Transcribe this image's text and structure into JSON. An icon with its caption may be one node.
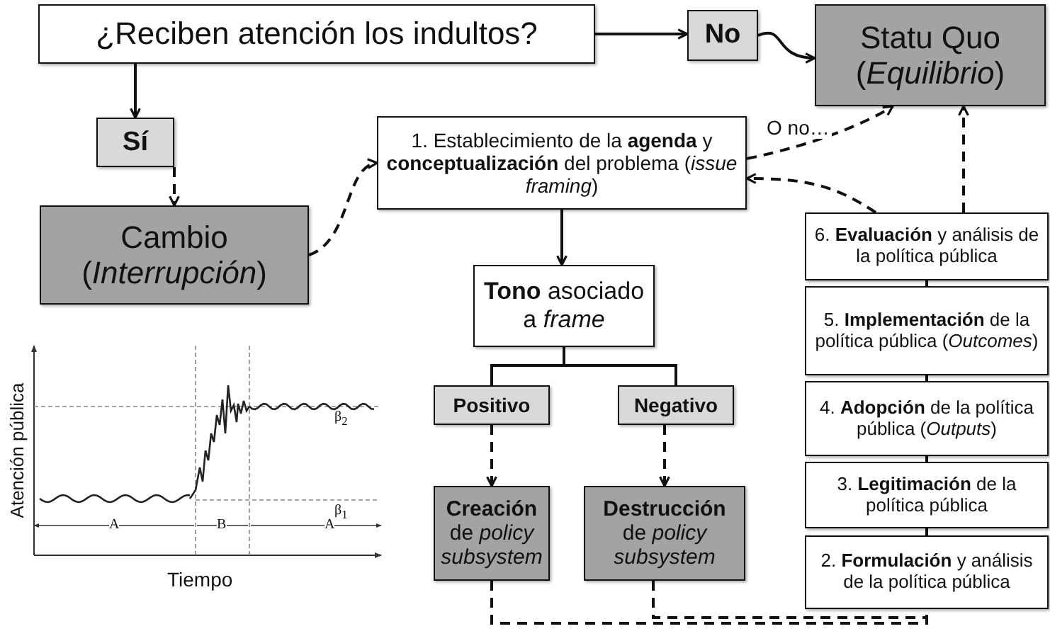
{
  "diagram": {
    "nodes": [
      {
        "text": [
          "¿Reciben atención los indultos?"
        ]
      },
      {
        "text": [
          "No"
        ]
      },
      {
        "text": [
          "Statu Quo (*Equilibrio*)"
        ]
      },
      {
        "text": [
          "Sí"
        ]
      },
      {
        "text": [
          "Cambio (*Interrupción*)"
        ]
      },
      {
        "text": [
          "1. Establecimiento de la **agenda** y **conceptualización** del problema (*issue framing*)"
        ]
      },
      {
        "text": [
          "**Tono** asociado a *frame*"
        ]
      },
      {
        "text": [
          "Positivo"
        ]
      },
      {
        "text": [
          "Negativo"
        ]
      },
      {
        "text": [
          "**Creación** de *policy subsystem*"
        ]
      },
      {
        "text": [
          "**Destrucción** de *policy subsystem*"
        ]
      },
      {
        "text": [
          "6. **Evaluación** y análisis de la política pública"
        ]
      },
      {
        "text": [
          "5. **Implementación** de la política pública (*Outcomes*)"
        ]
      },
      {
        "text": [
          "4. **Adopción** de la política pública (*Outputs*)"
        ]
      },
      {
        "text": [
          "3. **Legitimación** de la política pública"
        ]
      },
      {
        "text": [
          "2. **Formulación** y análisis de la política pública"
        ]
      }
    ],
    "edges": [
      {
        "from": 0,
        "to": 1,
        "arrow": "to"
      },
      {
        "from": 1,
        "to": 2,
        "arrow": "to"
      },
      {
        "from": 0,
        "to": 3,
        "arrow": "to"
      },
      {
        "from": 3,
        "to": 4,
        "arrow": "to",
        "style": "dashed"
      },
      {
        "from": 4,
        "to": 5,
        "arrow": "to",
        "style": "dashed"
      },
      {
        "from": 5,
        "to": 2,
        "arrow": "to",
        "style": "dashed",
        "label": "O no…"
      },
      {
        "from": 11,
        "to": 5,
        "arrow": "to",
        "style": "dashed"
      },
      {
        "from": 11,
        "to": 2,
        "arrow": "to",
        "style": "dashed"
      },
      {
        "from": 5,
        "to": 6,
        "arrow": "to"
      },
      {
        "from": 6,
        "to": 7,
        "arrow": "none"
      },
      {
        "from": 6,
        "to": 8,
        "arrow": "none"
      },
      {
        "from": 7,
        "to": 9,
        "arrow": "to",
        "style": "dashed"
      },
      {
        "from": 8,
        "to": 10,
        "arrow": "to",
        "style": "dashed"
      },
      {
        "from": 9,
        "to": 15,
        "arrow": "none",
        "style": "dashed"
      },
      {
        "from": 10,
        "to": 15,
        "arrow": "none",
        "style": "dashed"
      },
      {
        "from": 15,
        "to": 14,
        "arrow": "none"
      },
      {
        "from": 14,
        "to": 13,
        "arrow": "none"
      },
      {
        "from": 13,
        "to": 12,
        "arrow": "none"
      },
      {
        "from": 12,
        "to": 11,
        "arrow": "none"
      }
    ],
    "labels": [
      "Atención pública",
      "Tiempo",
      "A",
      "B",
      "A",
      "β$_{2}$",
      "β$_{1}$"
    ]
  }
}
